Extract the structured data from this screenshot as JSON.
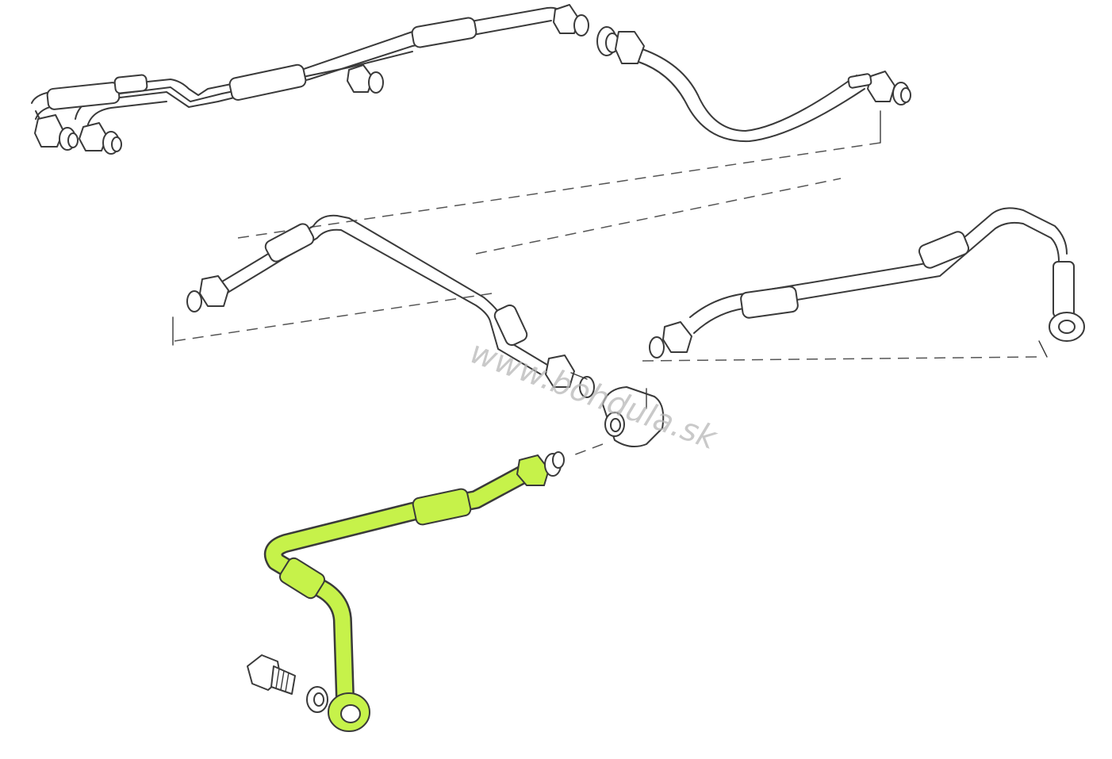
{
  "watermark": {
    "text": "www.bohdula.sk"
  },
  "colors": {
    "highlight": "#c6f24a",
    "highlight_outline": "#3a3a3a",
    "line": "#3a3a3a",
    "background": "#ffffff",
    "watermark": "#b8b8b8"
  },
  "parts": [
    {
      "id": "top-pipe-assembly",
      "highlighted": false
    },
    {
      "id": "top-right-hose",
      "highlighted": false
    },
    {
      "id": "middle-left-pipe",
      "highlighted": false
    },
    {
      "id": "middle-right-hose",
      "highlighted": false
    },
    {
      "id": "distribution-block",
      "highlighted": false
    },
    {
      "id": "highlighted-oil-pipe",
      "highlighted": true
    },
    {
      "id": "banjo-bolt",
      "highlighted": false
    },
    {
      "id": "sealing-washer",
      "highlighted": false
    }
  ]
}
